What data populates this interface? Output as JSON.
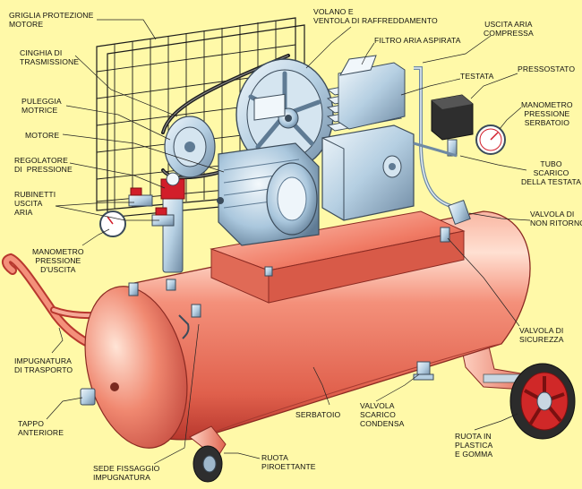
{
  "labels": {
    "griglia": "GRIGLIA PROTEZIONE\nMOTORE",
    "volano": "VOLANO E\nVENTOLA DI RAFFREDDAMENTO",
    "filtro": "FILTRO ARIA ASPIRATA",
    "uscita_compressa": "USCITA ARIA\nCOMPRESSA",
    "cinghia": "CINGHIA DI\nTRASMISSIONE",
    "testata": "TESTATA",
    "pressostato": "PRESSOSTATO",
    "puleggia": "PULEGGIA\nMOTRICE",
    "manometro_serbatoio": "MANOMETRO\nPRESSIONE\nSERBATOIO",
    "motore": "MOTORE",
    "regolatore": "REGOLATORE\nDI  PRESSIONE",
    "tubo_scarico": "TUBO\nSCARICO\nDELLA TESTATA",
    "rubinetti": "RUBINETTI\nUSCITA\nARIA",
    "valvola_ritorno": "VALVOLA DI\nNON RITORNO",
    "manometro_uscita": "MANOMETRO\nPRESSIONE\nD'USCITA",
    "valvola_sicurezza": "VALVOLA DI\nSICUREZZA",
    "impugnatura": "IMPUGNATURA\nDI TRASPORTO",
    "tappo": "TAPPO\nANTERIORE",
    "serbatoio": "SERBATOIO",
    "valvola_condensa": "VALVOLA\nSCARICO\nCONDENSA",
    "ruota_plastica": "RUOTA IN\nPLASTICA\nE GOMMA",
    "ruota_piroettante": "RUOTA\nPIROETTANTE",
    "sede": "SEDE FISSAGGIO\nIMPUGNATURA"
  },
  "colors": {
    "background": "#fff9a8",
    "tank": "#f08870",
    "tank_highlight": "#ffd8c8",
    "tank_shadow": "#c0443a",
    "metal": "#a9c6dc",
    "metal_dark": "#6f8aa3",
    "metal_light": "#e6f0f7",
    "red_knob": "#d21e2a",
    "wheel_dark": "#333333",
    "wheel_red": "#d02828",
    "grid": "#1b1b1b"
  },
  "icons": {
    "gauge": "pressure-gauge-icon",
    "knob": "valve-knob-icon",
    "wheel": "wheel-icon"
  }
}
